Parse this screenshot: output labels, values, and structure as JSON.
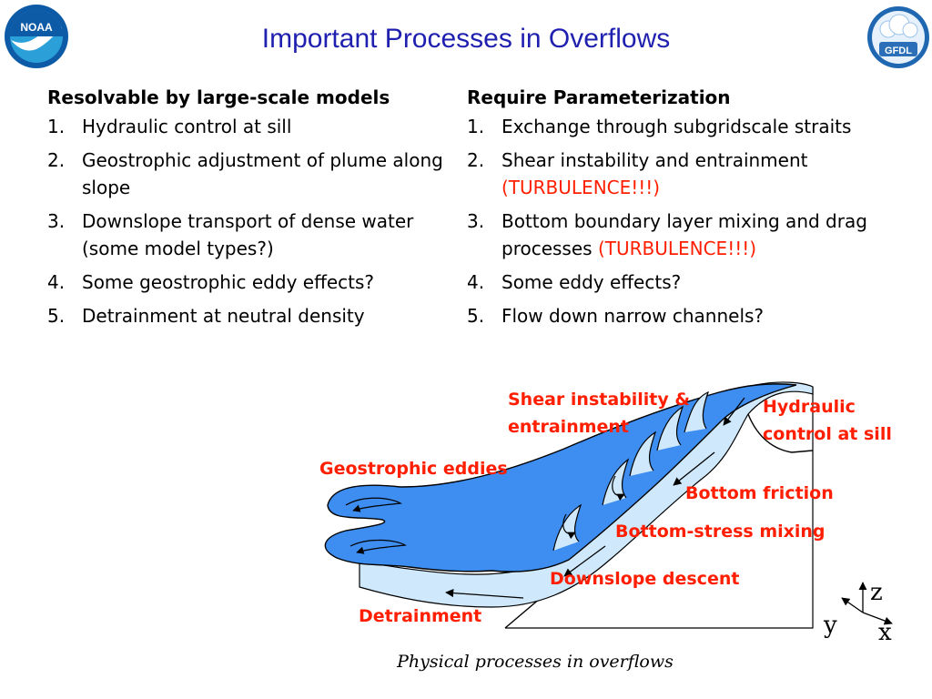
{
  "logos": {
    "noaa": {
      "text": "NOAA",
      "colors": {
        "outer": "#0d5aa7",
        "inner": "#2a9fd8",
        "bird": "#ffffff"
      }
    },
    "gfdl": {
      "text": "GFDL",
      "colors": {
        "ring": "#1f67b1",
        "cloud": "#ffffff",
        "band": "#2a6fb8"
      }
    }
  },
  "title": "Important Processes in Overflows",
  "left": {
    "heading": "Resolvable by large-scale models",
    "items": [
      {
        "num": "1.",
        "text": "Hydraulic control at sill"
      },
      {
        "num": "2.",
        "text": "Geostrophic adjustment of plume along slope"
      },
      {
        "num": "3.",
        "text": "Downslope transport of dense water (some model types?)"
      },
      {
        "num": "4.",
        "text": "Some geostrophic eddy effects?"
      },
      {
        "num": "5.",
        "text": "Detrainment at neutral density"
      }
    ]
  },
  "right": {
    "heading": "Require Parameterization",
    "items": [
      {
        "num": "1.",
        "text": "Exchange through subgridscale straits",
        "red": ""
      },
      {
        "num": "2.",
        "text": "Shear instability and entrainment ",
        "red": "(TURBULENCE!!!)"
      },
      {
        "num": "3.",
        "text": "Bottom boundary layer mixing and drag processes ",
        "red": "(TURBULENCE!!!)"
      },
      {
        "num": "4.",
        "text": "Some eddy effects?",
        "red": ""
      },
      {
        "num": "5.",
        "text": "Flow down narrow channels?",
        "red": ""
      }
    ]
  },
  "diagram": {
    "labels": {
      "shear": "Shear instability &",
      "shear2": "entrainment",
      "hydraulic": "Hydraulic",
      "hydraulic2": "control at sill",
      "geostrophic": "Geostrophic eddies",
      "friction": "Bottom friction",
      "stress": "Bottom-stress mixing",
      "descent": "Downslope descent",
      "detrainment": "Detrainment"
    },
    "axes": {
      "z": "z",
      "y": "y",
      "x": "x"
    },
    "colors": {
      "plume": "#3d8ef0",
      "layer": "#cfe8fb",
      "label": "#ff1e00"
    }
  },
  "caption": "Physical processes in overflows"
}
